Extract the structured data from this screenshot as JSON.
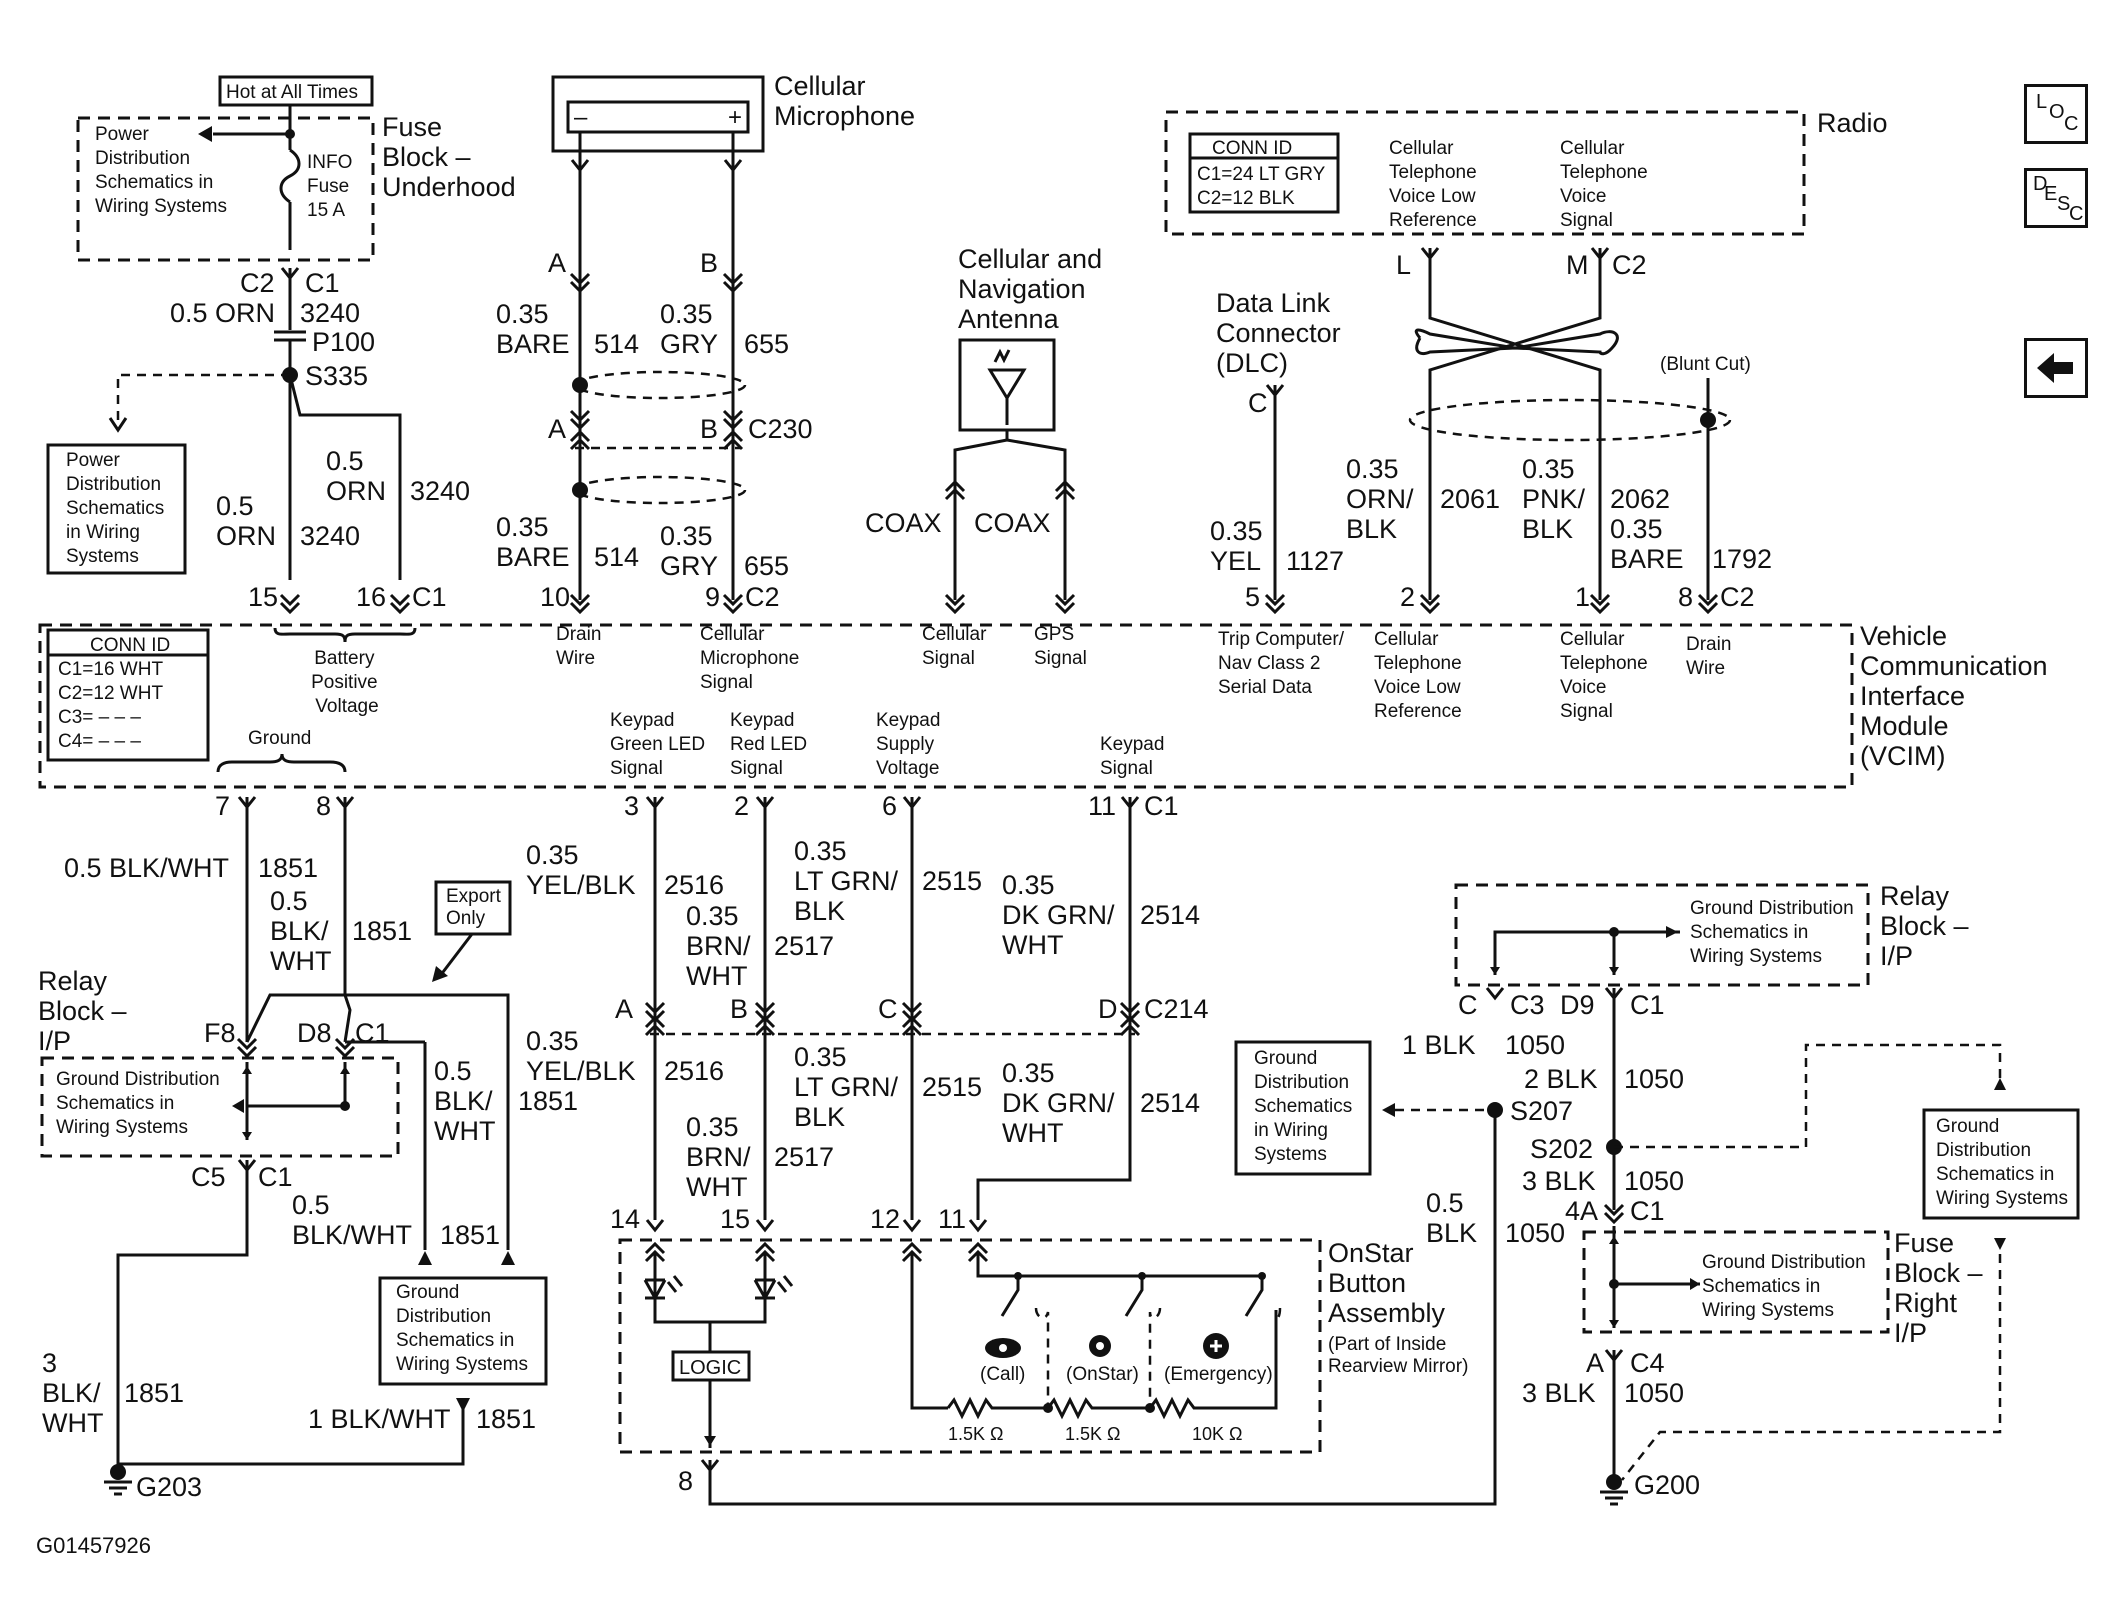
{
  "corner_label": "G01457926",
  "nav": {
    "loc": [
      "L",
      "O",
      "C"
    ],
    "desc": [
      "D",
      "E",
      "S",
      "C"
    ],
    "back_icon": "left-arrow-icon"
  },
  "fuse_uh": {
    "tag": "Hot at All Times",
    "box_lines": [
      "Power",
      "Distribution",
      "Schematics in",
      "Wiring Systems"
    ],
    "fuse": [
      "INFO",
      "Fuse",
      "15 A"
    ],
    "title": [
      "Fuse",
      "Block –",
      "Underhood"
    ],
    "c2": "C2",
    "c1": "C1",
    "size": "0.5 ORN",
    "circuit": "3240",
    "p100": "P100",
    "s335": "S335"
  },
  "pds_left": [
    "Power",
    "Distribution",
    "Schematics",
    "in Wiring",
    "Systems"
  ],
  "batt_wires": {
    "w1_size": [
      "0.5",
      "ORN"
    ],
    "w1_circuit": "3240",
    "w2_size": [
      "0.5",
      "ORN"
    ],
    "w2_circuit": "3240",
    "pin15": "15",
    "pin16": "16",
    "c1": "C1"
  },
  "mic": {
    "title": [
      "Cellular",
      "Microphone"
    ],
    "minus": "–",
    "plus": "+",
    "a": "A",
    "b": "B",
    "w1_size": [
      "0.35",
      "BARE"
    ],
    "w1_circuit": "514",
    "w2_size": [
      "0.35",
      "GRY"
    ],
    "w2_circuit": "655",
    "a2": "A",
    "b2": "B",
    "c230": "C230",
    "w3_size": [
      "0.35",
      "BARE"
    ],
    "w3_circuit": "514",
    "w4_size": [
      "0.35",
      "GRY"
    ],
    "w4_circuit": "655",
    "pin10": "10",
    "pin9": "9",
    "c2": "C2"
  },
  "antenna": {
    "title": [
      "Cellular and",
      "Navigation",
      "Antenna"
    ],
    "coax1": "COAX",
    "coax2": "COAX"
  },
  "radio": {
    "title": "Radio",
    "conn_id": "CONN ID",
    "c1": "C1=24 LT GRY",
    "c2": "C2=12 BLK",
    "col1": [
      "Cellular",
      "Telephone",
      "Voice Low",
      "Reference"
    ],
    "col2": [
      "Cellular",
      "Telephone",
      "Voice",
      "Signal"
    ],
    "l": "L",
    "m": "M",
    "c2_label": "C2",
    "w1_size": [
      "0.35",
      "ORN/",
      "BLK"
    ],
    "w1_circuit": "2061",
    "w2_size": [
      "0.35",
      "PNK/",
      "BLK"
    ],
    "w2_circuit": "2062",
    "w3_size": [
      "0.35",
      "BARE"
    ],
    "w3_circuit": "1792",
    "blunt_cut": "(Blunt Cut)"
  },
  "dlc": {
    "title": [
      "Data Link",
      "Connector",
      "(DLC)"
    ],
    "c": "C",
    "size": [
      "0.35",
      "YEL"
    ],
    "circuit": "1127"
  },
  "vcim": {
    "title": [
      "Vehicle",
      "Communication",
      "Interface",
      "Module",
      "(VCIM)"
    ],
    "conn_id": "CONN ID",
    "conns": [
      "C1=16 WHT",
      "C2=12 WHT",
      "C3= – – –",
      "C4= – – –"
    ],
    "top_pins": {
      "p5": "5",
      "p2": "2",
      "p1": "1",
      "p8": "8",
      "c2": "C2"
    },
    "labels": {
      "batt": [
        "Battery",
        "Positive",
        "Voltage"
      ],
      "ground": "Ground",
      "drain1": [
        "Drain",
        "Wire"
      ],
      "cell_mic": [
        "Cellular",
        "Microphone",
        "Signal"
      ],
      "cell_sig": [
        "Cellular",
        "Signal"
      ],
      "gps": [
        "GPS",
        "Signal"
      ],
      "trip": [
        "Trip Computer/",
        "Nav Class 2",
        "Serial Data"
      ],
      "vlr": [
        "Cellular",
        "Telephone",
        "Voice Low",
        "Reference"
      ],
      "vs": [
        "Cellular",
        "Telephone",
        "Voice",
        "Signal"
      ],
      "drain2": [
        "Drain",
        "Wire"
      ],
      "kp_green": [
        "Keypad",
        "Green LED",
        "Signal"
      ],
      "kp_red": [
        "Keypad",
        "Red LED",
        "Signal"
      ],
      "kp_supply": [
        "Keypad",
        "Supply",
        "Voltage"
      ],
      "kp_signal": [
        "Keypad",
        "Signal"
      ]
    },
    "bottom_pins": {
      "p7": "7",
      "p8": "8",
      "p3": "3",
      "p2": "2",
      "p6": "6",
      "p11": "11",
      "c1": "C1"
    }
  },
  "ground_left": {
    "w1_size": "0.5 BLK/WHT",
    "w1_circuit": "1851",
    "w2_size": [
      "0.5",
      "BLK/",
      "WHT"
    ],
    "w2_circuit": "1851",
    "export": [
      "Export",
      "Only"
    ],
    "relay_title": [
      "Relay",
      "Block –",
      "I/P"
    ],
    "f8": "F8",
    "d8": "D8",
    "c1": "C1",
    "gds": [
      "Ground Distribution",
      "Schematics in",
      "Wiring Systems"
    ],
    "w3_size": [
      "0.5",
      "BLK/",
      "WHT"
    ],
    "w3_circuit": "1851",
    "c5": "C5",
    "c1b": "C1",
    "w4_size": [
      "0.5",
      "BLK/WHT"
    ],
    "w4_circuit": "1851",
    "gds2": [
      "Ground",
      "Distribution",
      "Schematics in",
      "Wiring Systems"
    ],
    "w5_size": [
      "3",
      "BLK/",
      "WHT"
    ],
    "w5_circuit": "1851",
    "w6_size": "1 BLK/WHT",
    "w6_circuit": "1851",
    "g203": "G203"
  },
  "keypad": {
    "w3516_a": [
      "0.35",
      "YEL/BLK"
    ],
    "c2516": "2516",
    "w2517_a": [
      "0.35",
      "BRN/",
      "WHT"
    ],
    "c2517": "2517",
    "w2515_a": [
      "0.35",
      "LT GRN/",
      "BLK"
    ],
    "c2515": "2515",
    "w2514_a": [
      "0.35",
      "DK GRN/",
      "WHT"
    ],
    "c2514": "2514",
    "a": "A",
    "b": "B",
    "c": "C",
    "d": "D",
    "c214": "C214",
    "w3516_b": [
      "0.35",
      "YEL/BLK"
    ],
    "w2517_b": [
      "0.35",
      "BRN/",
      "WHT"
    ],
    "w2515_b": [
      "0.35",
      "LT GRN/",
      "BLK"
    ],
    "w2514_b": [
      "0.35",
      "DK GRN/",
      "WHT"
    ],
    "p14": "14",
    "p15": "15",
    "p12": "12",
    "p11": "11",
    "p8": "8"
  },
  "onstar": {
    "title": [
      "OnStar",
      "Button",
      "Assembly"
    ],
    "note": [
      "(Part of Inside",
      "Rearview Mirror)"
    ],
    "logic": "LOGIC",
    "call": "(Call)",
    "onstar_btn": "(OnStar)",
    "emergency": "(Emergency)",
    "r1": "1.5K Ω",
    "r2": "1.5K Ω",
    "r3": "10K Ω"
  },
  "ground_right": {
    "relay_title": [
      "Relay",
      "Block –",
      "I/P"
    ],
    "gds_top": [
      "Ground Distribution",
      "Schematics in",
      "Wiring Systems"
    ],
    "c": "C",
    "c3": "C3",
    "d9": "D9",
    "c1": "C1",
    "w1_size": "1 BLK",
    "w1_circuit": "1050",
    "w2_size": "2 BLK",
    "w2_circuit": "1050",
    "gds_left": [
      "Ground",
      "Distribution",
      "Schematics",
      "in Wiring",
      "Systems"
    ],
    "s207": "S207",
    "s202": "S202",
    "w3_size": "3 BLK",
    "w3_circuit": "1050",
    "p4a": "4A",
    "c1b": "C1",
    "w4_size": [
      "0.5",
      "BLK"
    ],
    "w4_circuit": "1050",
    "fuse_title": [
      "Fuse",
      "Block –",
      "Right",
      "I/P"
    ],
    "gds_fuse": [
      "Ground Distribution",
      "Schematics in",
      "Wiring Systems"
    ],
    "gds_right": [
      "Ground",
      "Distribution",
      "Schematics in",
      "Wiring Systems"
    ],
    "a": "A",
    "c4": "C4",
    "w5_size": "3 BLK",
    "w5_circuit": "1050",
    "g200": "G200"
  }
}
